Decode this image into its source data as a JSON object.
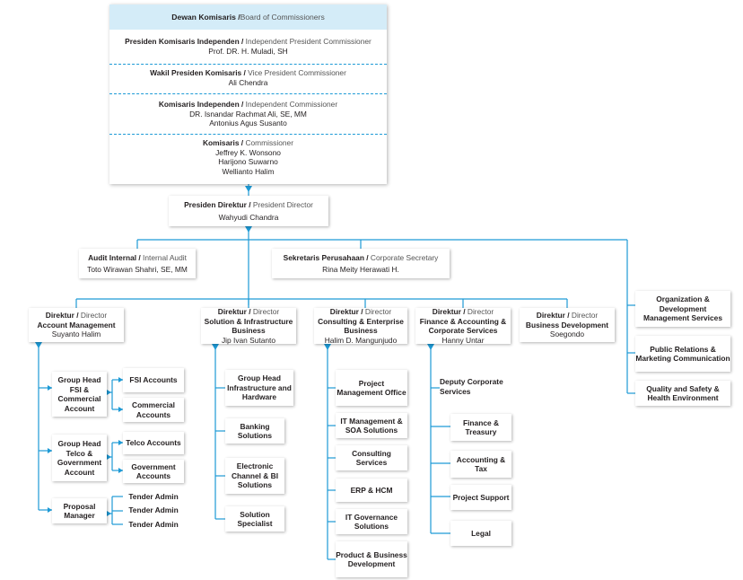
{
  "board": {
    "title": "Dewan Komisaris /",
    "title_en": " Board of Commissioners",
    "sections": [
      {
        "role": "Presiden Komisaris Independen /",
        "role_en": " Independent President Commissioner",
        "names": [
          "Prof. DR. H. Muladi, SH"
        ]
      },
      {
        "role": "Wakil Presiden Komisaris /",
        "role_en": " Vice President Commissioner",
        "names": [
          "Ali Chendra"
        ]
      },
      {
        "role": "Komisaris Independen /",
        "role_en": " Independent Commissioner",
        "names": [
          "DR. Isnandar Rachmat Ali, SE, MM",
          "Antonius Agus Susanto"
        ]
      },
      {
        "role": "Komisaris /",
        "role_en": " Commissioner",
        "names": [
          "Jeffrey K. Wonsono",
          "Harijono Suwarno",
          "Wellianto Halim"
        ]
      }
    ]
  },
  "president": {
    "role": "Presiden Direktur /",
    "role_en": " President Director",
    "name": "Wahyudi Chandra"
  },
  "audit": {
    "role": "Audit Internal /",
    "role_en": " Internal Audit",
    "name": "Toto Wirawan Shahri, SE, MM"
  },
  "secretary": {
    "role": "Sekretaris Perusahaan /",
    "role_en": " Corporate Secretary",
    "name": "Rina Meity Herawati H."
  },
  "staff_units": [
    "Organization & Development Management Services",
    "Public Relations & Marketing Communication",
    "Quality and Safety & Health Environment"
  ],
  "directors": [
    {
      "prefix": "Direktur /",
      "en": " Director",
      "unit": "Account Management",
      "name": "Suyanto Halim"
    },
    {
      "prefix": "Direktur /",
      "en": " Director",
      "unit": "Solution & Infrastructure Business",
      "name": "Jip Ivan Sutanto"
    },
    {
      "prefix": "Direktur /",
      "en": " Director",
      "unit": "Consulting & Enterprise Business",
      "name": "Halim D. Mangunjudo"
    },
    {
      "prefix": "Direktur /",
      "en": " Director",
      "unit": "Finance & Accounting & Corporate Services",
      "name": "Hanny Untar"
    },
    {
      "prefix": "Direktur /",
      "en": " Director",
      "unit": "Business Development",
      "name": "Soegondo"
    }
  ],
  "account_mgmt": {
    "heads": [
      "Group Head FSI & Commercial Account",
      "Group Head Telco & Government Account",
      "Proposal Manager"
    ],
    "fsi_subs": [
      "FSI Accounts",
      "Commercial Accounts"
    ],
    "telco_subs": [
      "Telco Accounts",
      "Government Accounts"
    ],
    "tender": [
      "Tender Admin",
      "Tender Admin",
      "Tender Admin"
    ]
  },
  "solution_units": [
    "Group Head Infrastructure and Hardware",
    "Banking Solutions",
    "Electronic Channel & BI Solutions",
    "Solution Specialist"
  ],
  "consulting_units": [
    "Project Management Office",
    "IT Management & SOA Solutions",
    "Consulting Services",
    "ERP & HCM",
    "IT Governance Solutions",
    "Product & Business Development"
  ],
  "finance": {
    "deputy": "Deputy Corporate Services",
    "units": [
      "Finance & Treasury",
      "Accounting & Tax",
      "Project Support",
      "Legal"
    ]
  },
  "colors": {
    "line": "#1d9ad6",
    "header_bg": "#d4ecf8",
    "text": "#231f20",
    "muted": "#555555"
  }
}
